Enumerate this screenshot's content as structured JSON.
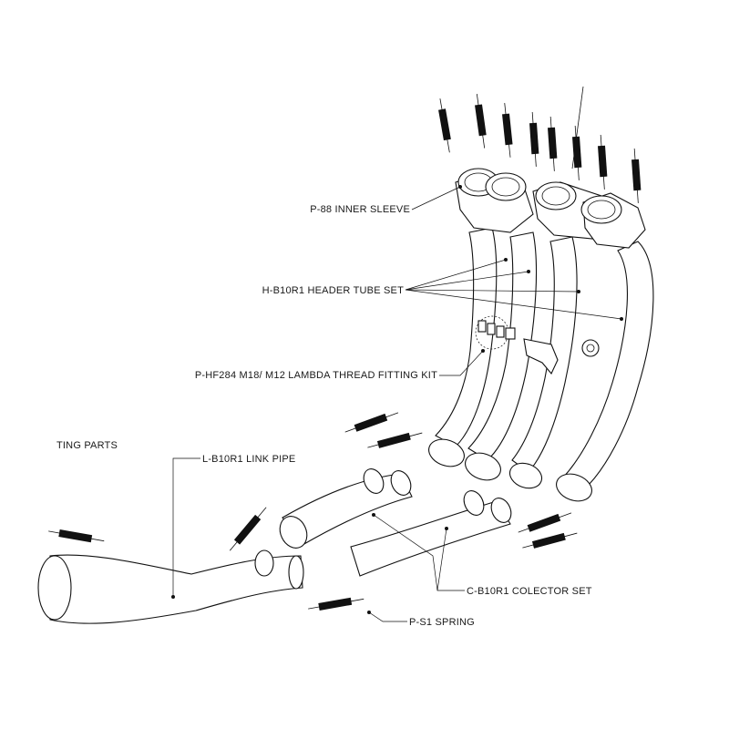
{
  "diagram": {
    "labels": {
      "inner_sleeve": "P-88  INNER SLEEVE",
      "header_tube_set": "H-B10R1  HEADER TUBE SET",
      "lambda_fitting": "P-HF284  M18/ M12 LAMBDA THREAD FITTING KIT",
      "fitting_parts": "TING PARTS",
      "link_pipe": "L-B10R1 LINK PIPE",
      "collector_set": "C-B10R1 COLECTOR SET",
      "spring": "P-S1  SPRING"
    },
    "colors": {
      "line": "#111111",
      "background": "#ffffff"
    },
    "icons": [
      "spring-icon",
      "flange-icon",
      "lambda-bung-icon"
    ]
  }
}
